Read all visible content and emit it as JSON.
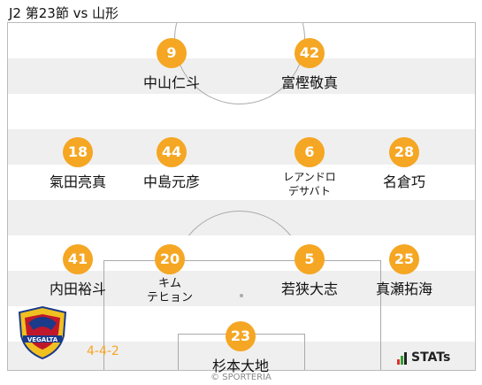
{
  "title": "J2 第23節 vs 山形",
  "formation": "4-4-2",
  "players": [
    {
      "number": "9",
      "name": "中山仁斗"
    },
    {
      "number": "42",
      "name": "富樫敬真"
    },
    {
      "number": "18",
      "name": "氣田亮真"
    },
    {
      "number": "44",
      "name": "中島元彦"
    },
    {
      "number": "6",
      "name_line1": "レアンドロ",
      "name_line2": "デサバト"
    },
    {
      "number": "28",
      "name": "名倉巧"
    },
    {
      "number": "41",
      "name": "内田裕斗"
    },
    {
      "number": "20",
      "name_line1": "キム",
      "name_line2": "テヒョン"
    },
    {
      "number": "5",
      "name": "若狭大志"
    },
    {
      "number": "25",
      "name": "真瀬拓海"
    },
    {
      "number": "23",
      "name": "杉本大地"
    }
  ],
  "club_logo_text": "VEGALTA",
  "stats_logo": "STATs",
  "copyright": "© SPORTERIA",
  "colors": {
    "number_badge": "#f5a623",
    "formation_text": "#f5a623",
    "pitch_stripe": "#efefef",
    "pitch_line": "#aaaaaa"
  }
}
